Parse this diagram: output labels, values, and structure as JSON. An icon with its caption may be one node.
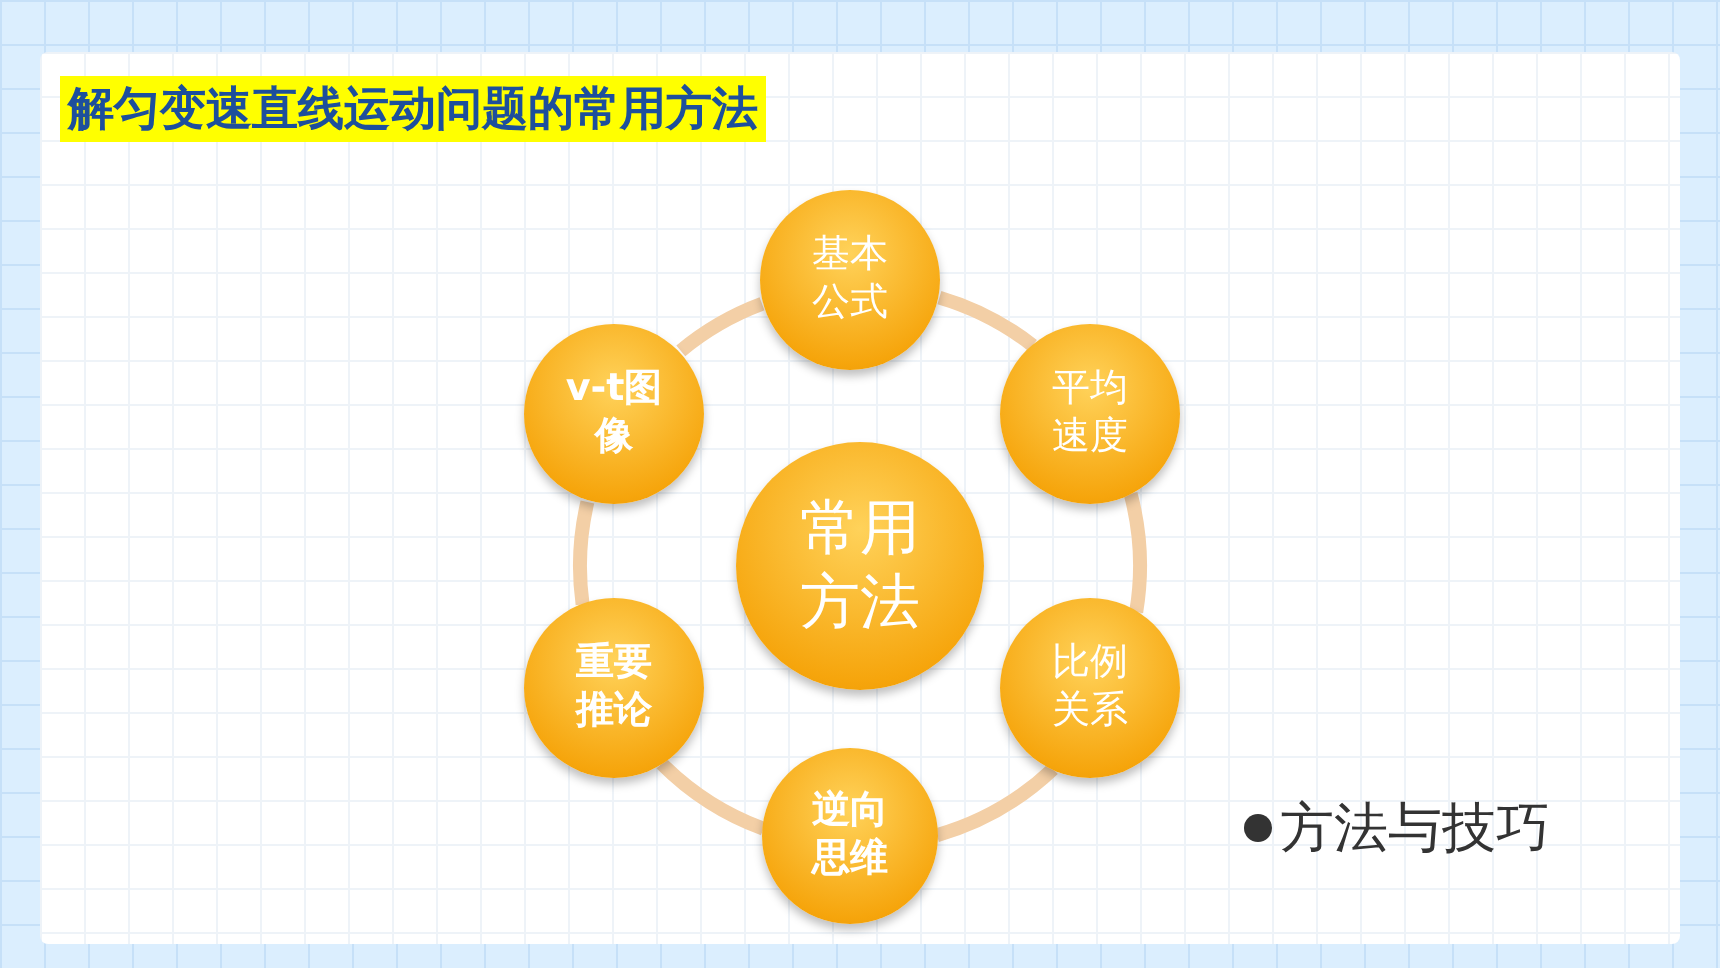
{
  "diagram": {
    "title": "解匀变速直线运动问题的常用方法",
    "nodes": [
      {
        "text": [
          "常用方法"
        ]
      },
      {
        "text": [
          "基本公式"
        ]
      },
      {
        "text": [
          "平均速度"
        ]
      },
      {
        "text": [
          "比例关系"
        ]
      },
      {
        "text": [
          "逆向思维"
        ]
      },
      {
        "text": [
          "重要推论"
        ]
      },
      {
        "text": [
          "v-t图像"
        ]
      }
    ],
    "edges": [
      {
        "from": 1,
        "to": 2,
        "arrow": "none"
      },
      {
        "from": 2,
        "to": 3,
        "arrow": "none"
      },
      {
        "from": 3,
        "to": 4,
        "arrow": "none"
      },
      {
        "from": 4,
        "to": 5,
        "arrow": "none"
      },
      {
        "from": 5,
        "to": 6,
        "arrow": "none"
      },
      {
        "from": 6,
        "to": 1,
        "arrow": "none"
      }
    ],
    "labels": [
      "方法与技巧"
    ]
  }
}
